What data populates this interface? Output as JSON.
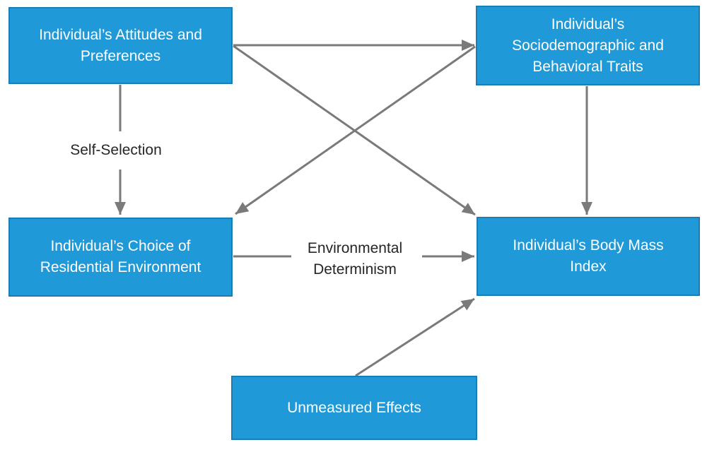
{
  "diagram": {
    "background_color": "#ffffff",
    "node_fill_color": "#2099d8",
    "node_border_color": "#1d7db2",
    "node_text_color": "#ffffff",
    "arrow_color": "#7a7a7a",
    "edge_label_color": "#262626",
    "nodes": [
      {
        "id": "attitudes",
        "lines": [
          "Individual’s Attitudes and",
          "Preferences"
        ]
      },
      {
        "id": "sociodemographic",
        "lines": [
          "Individual’s",
          "Sociodemographic and",
          "Behavioral Traits"
        ]
      },
      {
        "id": "residential",
        "lines": [
          "Individual’s Choice of",
          "Residential Environment"
        ]
      },
      {
        "id": "bmi",
        "lines": [
          "Individual’s Body Mass",
          "Index"
        ]
      },
      {
        "id": "unmeasured",
        "lines": [
          "Unmeasured Effects"
        ]
      }
    ],
    "edges": [
      {
        "from": "attitudes",
        "to": "sociodemographic",
        "label": ""
      },
      {
        "from": "attitudes",
        "to": "residential",
        "label": "Self-Selection"
      },
      {
        "from": "attitudes",
        "to": "bmi",
        "label": ""
      },
      {
        "from": "sociodemographic",
        "to": "residential",
        "label": ""
      },
      {
        "from": "sociodemographic",
        "to": "bmi",
        "label": ""
      },
      {
        "from": "residential",
        "to": "bmi",
        "label": "Environmental Determinism",
        "label_lines": [
          "Environmental",
          "Determinism"
        ]
      },
      {
        "from": "unmeasured",
        "to": "bmi",
        "label": ""
      }
    ]
  }
}
